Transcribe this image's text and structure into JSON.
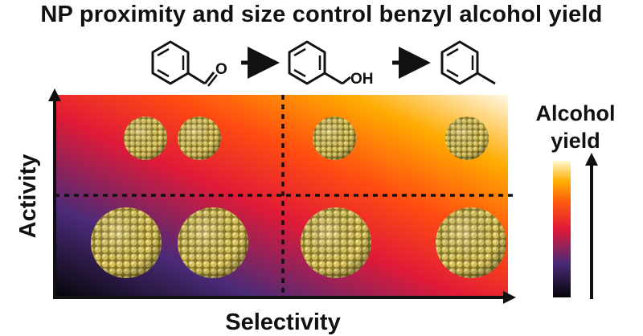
{
  "title": "NP proximity and size control benzyl alcohol yield",
  "reaction": {
    "aldehyde_label": "O",
    "alcohol_label": "OH"
  },
  "axes": {
    "x_label": "Selectivity",
    "y_label": "Activity"
  },
  "colorbar": {
    "label_line1": "Alcohol",
    "label_line2": "yield",
    "colors": [
      "#0a0a14",
      "#4b2a7a",
      "#d81e3c",
      "#ff5a10",
      "#ffb000",
      "#fff7d0"
    ]
  },
  "quadrants": {
    "top_left": {
      "particle_size": "small",
      "count": 2,
      "spacing": "close"
    },
    "top_right": {
      "particle_size": "small",
      "count": 2,
      "spacing": "far"
    },
    "bottom_left": {
      "particle_size": "large",
      "count": 2,
      "spacing": "close"
    },
    "bottom_right": {
      "particle_size": "large",
      "count": 2,
      "spacing": "far"
    }
  }
}
